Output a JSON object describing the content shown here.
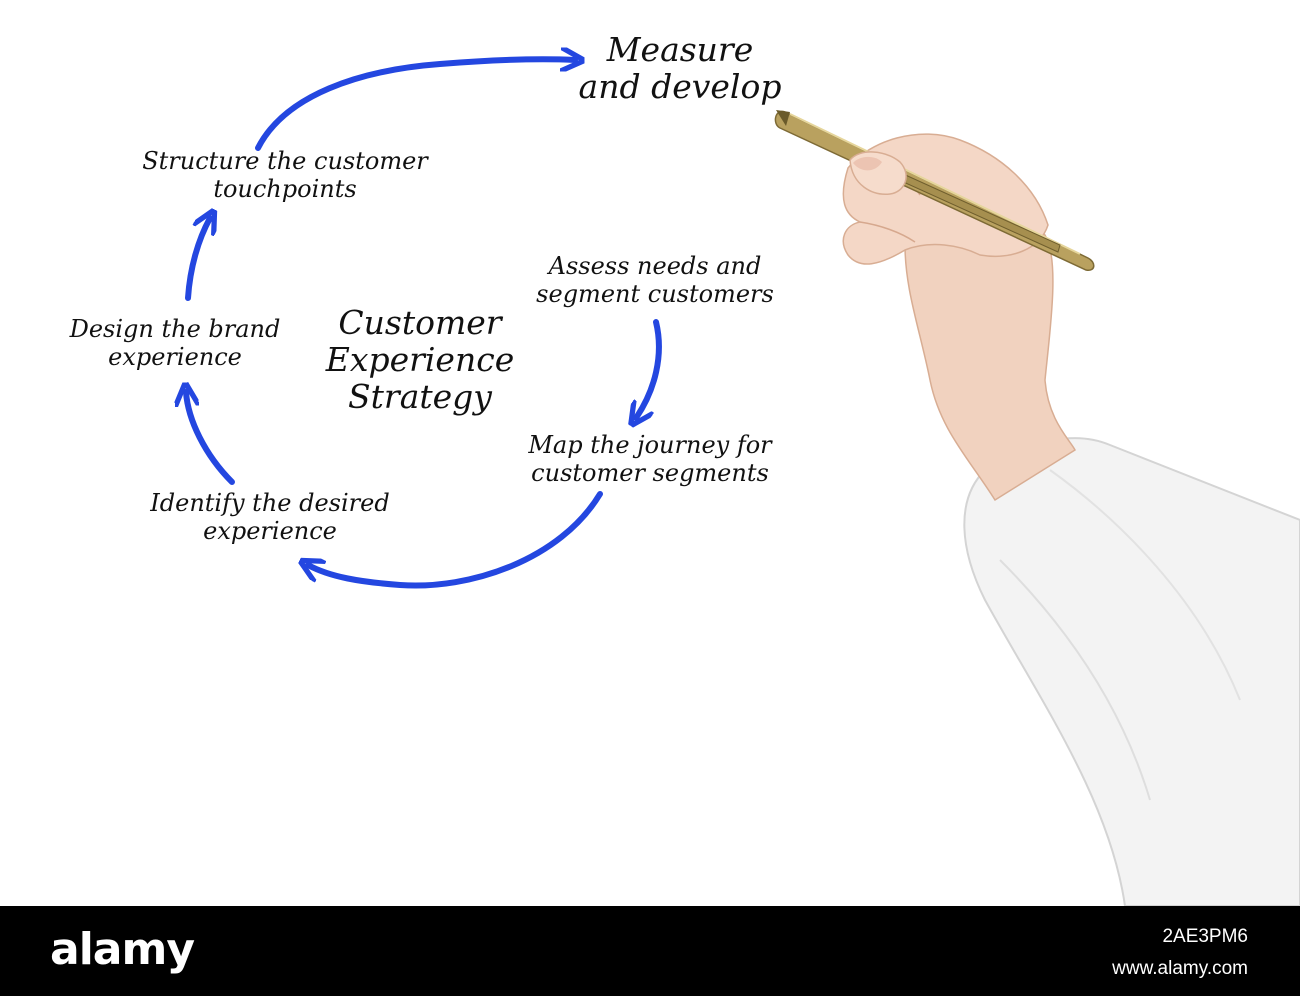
{
  "diagram": {
    "center": {
      "line1": "Customer",
      "line2": "Experience",
      "line3": "Strategy"
    },
    "steps": [
      {
        "id": "assess",
        "line1": "Assess needs and",
        "line2": "segment customers"
      },
      {
        "id": "map",
        "line1": "Map the journey for",
        "line2": "customer segments"
      },
      {
        "id": "identify",
        "line1": "Identify the desired",
        "line2": "experience"
      },
      {
        "id": "design",
        "line1": "Design the brand",
        "line2": "experience"
      },
      {
        "id": "structure",
        "line1": "Structure the customer",
        "line2": "touchpoints"
      },
      {
        "id": "measure",
        "line1": "Measure",
        "line2": "and develop"
      }
    ],
    "arrow_color": "#2447e0",
    "ink_color": "#111111"
  },
  "footer": {
    "logo": "alamy",
    "image_id": "2AE3PM6",
    "url": "www.alamy.com",
    "background": "#000000"
  }
}
